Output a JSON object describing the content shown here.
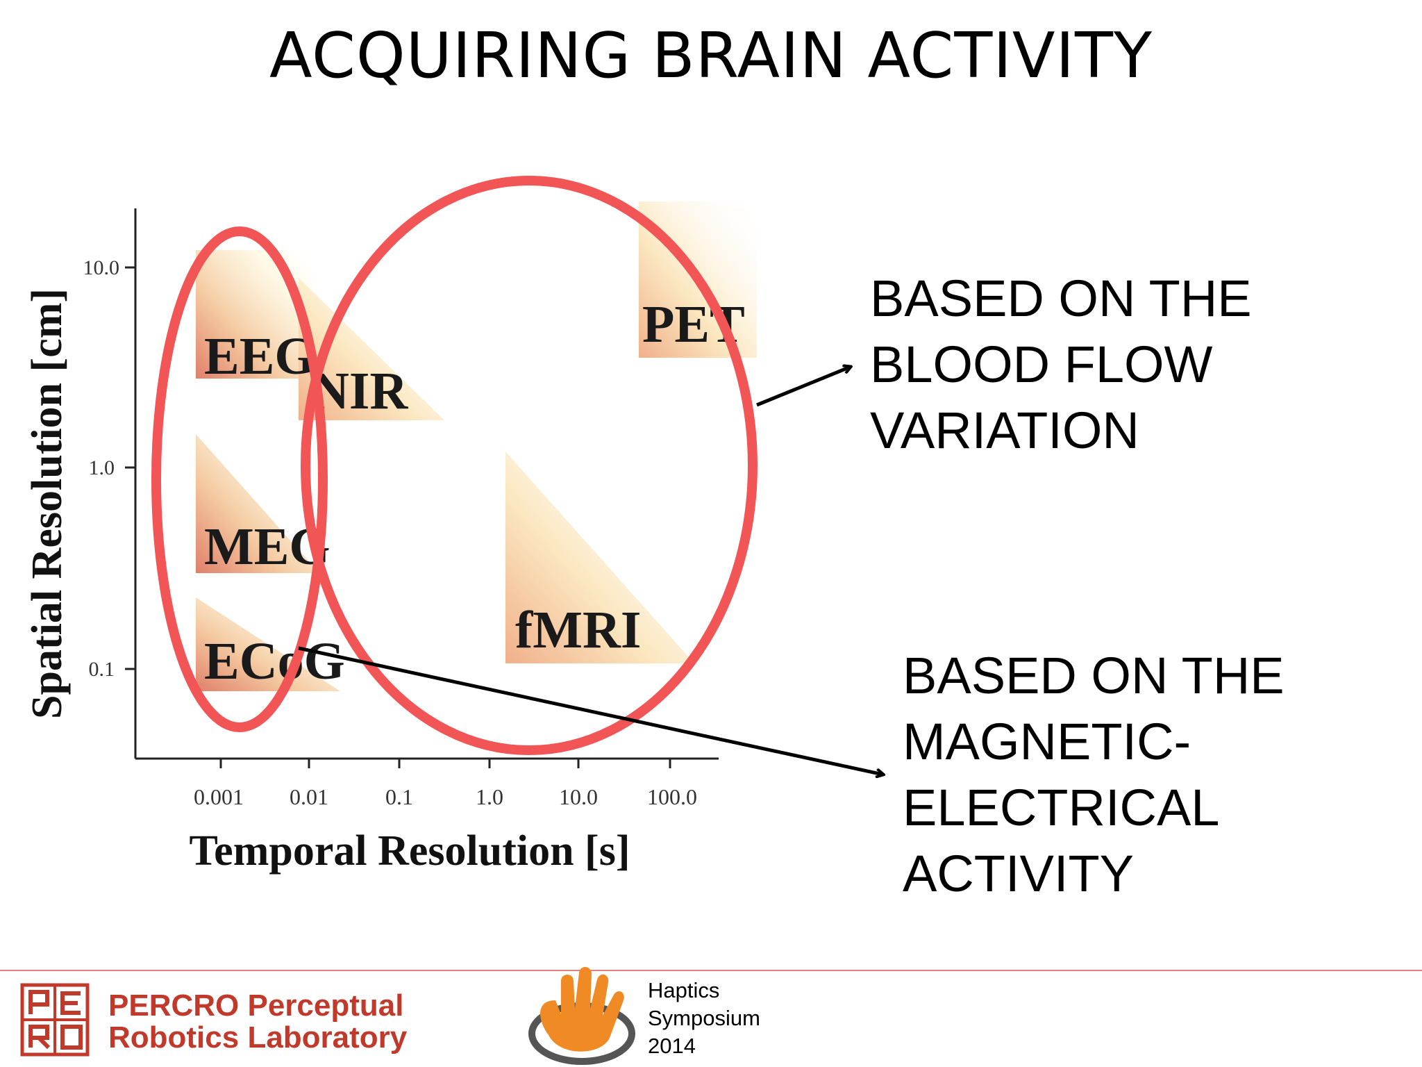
{
  "slide": {
    "title": "ACQUIRING BRAIN ACTIVITY",
    "annotation_blood": [
      "BASED ON THE",
      "BLOOD FLOW",
      "VARIATION"
    ],
    "annotation_electric": [
      "BASED ON THE",
      "MAGNETIC-",
      "ELECTRICAL",
      "ACTIVITY"
    ]
  },
  "diagram": {
    "x_axis_label": "Temporal Resolution [s]",
    "y_axis_label": "Spatial Resolution [cm]",
    "x_ticks": [
      "0.001",
      "0.01",
      "0.1",
      "1.0",
      "10.0",
      "100.0"
    ],
    "y_ticks": [
      "10.0",
      "1.0",
      "0.1"
    ],
    "modalities": [
      "EEG",
      "NIR",
      "PET",
      "MEG",
      "fMRI",
      "ECoG"
    ]
  },
  "footer": {
    "lab_name_line1": "PERCRO Perceptual",
    "lab_name_line2": "Robotics Laboratory",
    "logo_letters": "PERCRO",
    "event_line1": "Haptics",
    "event_line2": "Symposium",
    "event_line3": "2014"
  },
  "colors": {
    "ellipse": "#f25555",
    "lab_text": "#c0392b",
    "hand": "#f08a24",
    "footer_rule": "#e08080"
  }
}
